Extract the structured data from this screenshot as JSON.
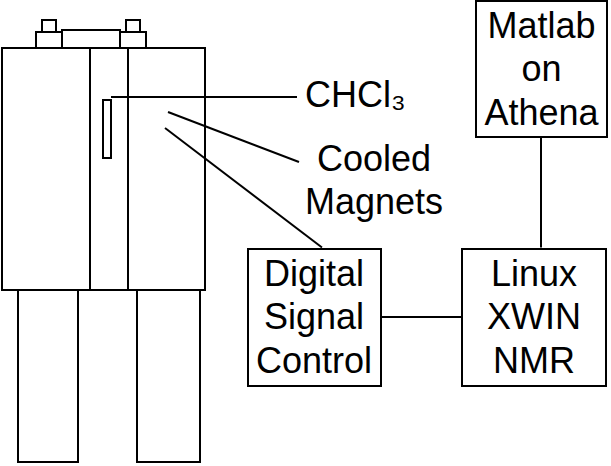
{
  "diagram": {
    "nodes": [
      {
        "text": [
          "Matlab on Athena"
        ]
      },
      {
        "text": [
          "Digital Signal Control"
        ]
      },
      {
        "text": [
          "Linux XWIN NMR"
        ]
      }
    ],
    "edges": [
      {
        "from": 0,
        "to": 2,
        "arrow": "none"
      },
      {
        "from": 1,
        "to": 2,
        "arrow": "none"
      }
    ],
    "labels": [
      "CHCl₃",
      "Cooled Magnets"
    ]
  }
}
